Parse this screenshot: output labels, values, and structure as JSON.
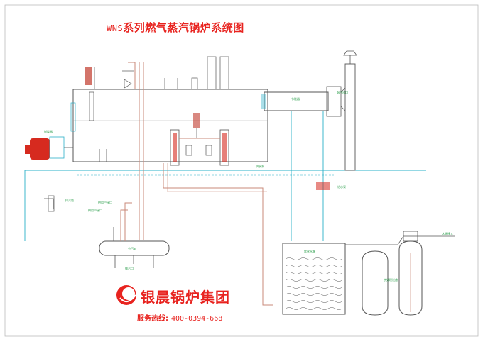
{
  "title": {
    "prefix": "WNS",
    "main": "系列燃气蒸汽锅炉系统图"
  },
  "brand": {
    "name": "银晨锅炉集团",
    "hotline_label": "服务热线:",
    "hotline_number": "400-0394-668"
  },
  "labels": {
    "burner": "燃烧器",
    "economizer": "节能器",
    "flue_outlet": "烟气出口",
    "water_tank": "软化水箱",
    "softener": "水处理设备",
    "water_inlet": "水源接入",
    "manifold": "分汽缸",
    "steam_out_1": "供用户接口",
    "steam_out_2": "供用户接口",
    "drain": "排污口",
    "feed_pump": "给水泵",
    "flue_valve": "供水泵",
    "sewer": "排污管"
  },
  "colors": {
    "title": "#e8231f",
    "boiler_line": "#555555",
    "water_line": "#2ab0c8",
    "steam_line": "#c98a7a",
    "label": "#2a9d4a"
  }
}
